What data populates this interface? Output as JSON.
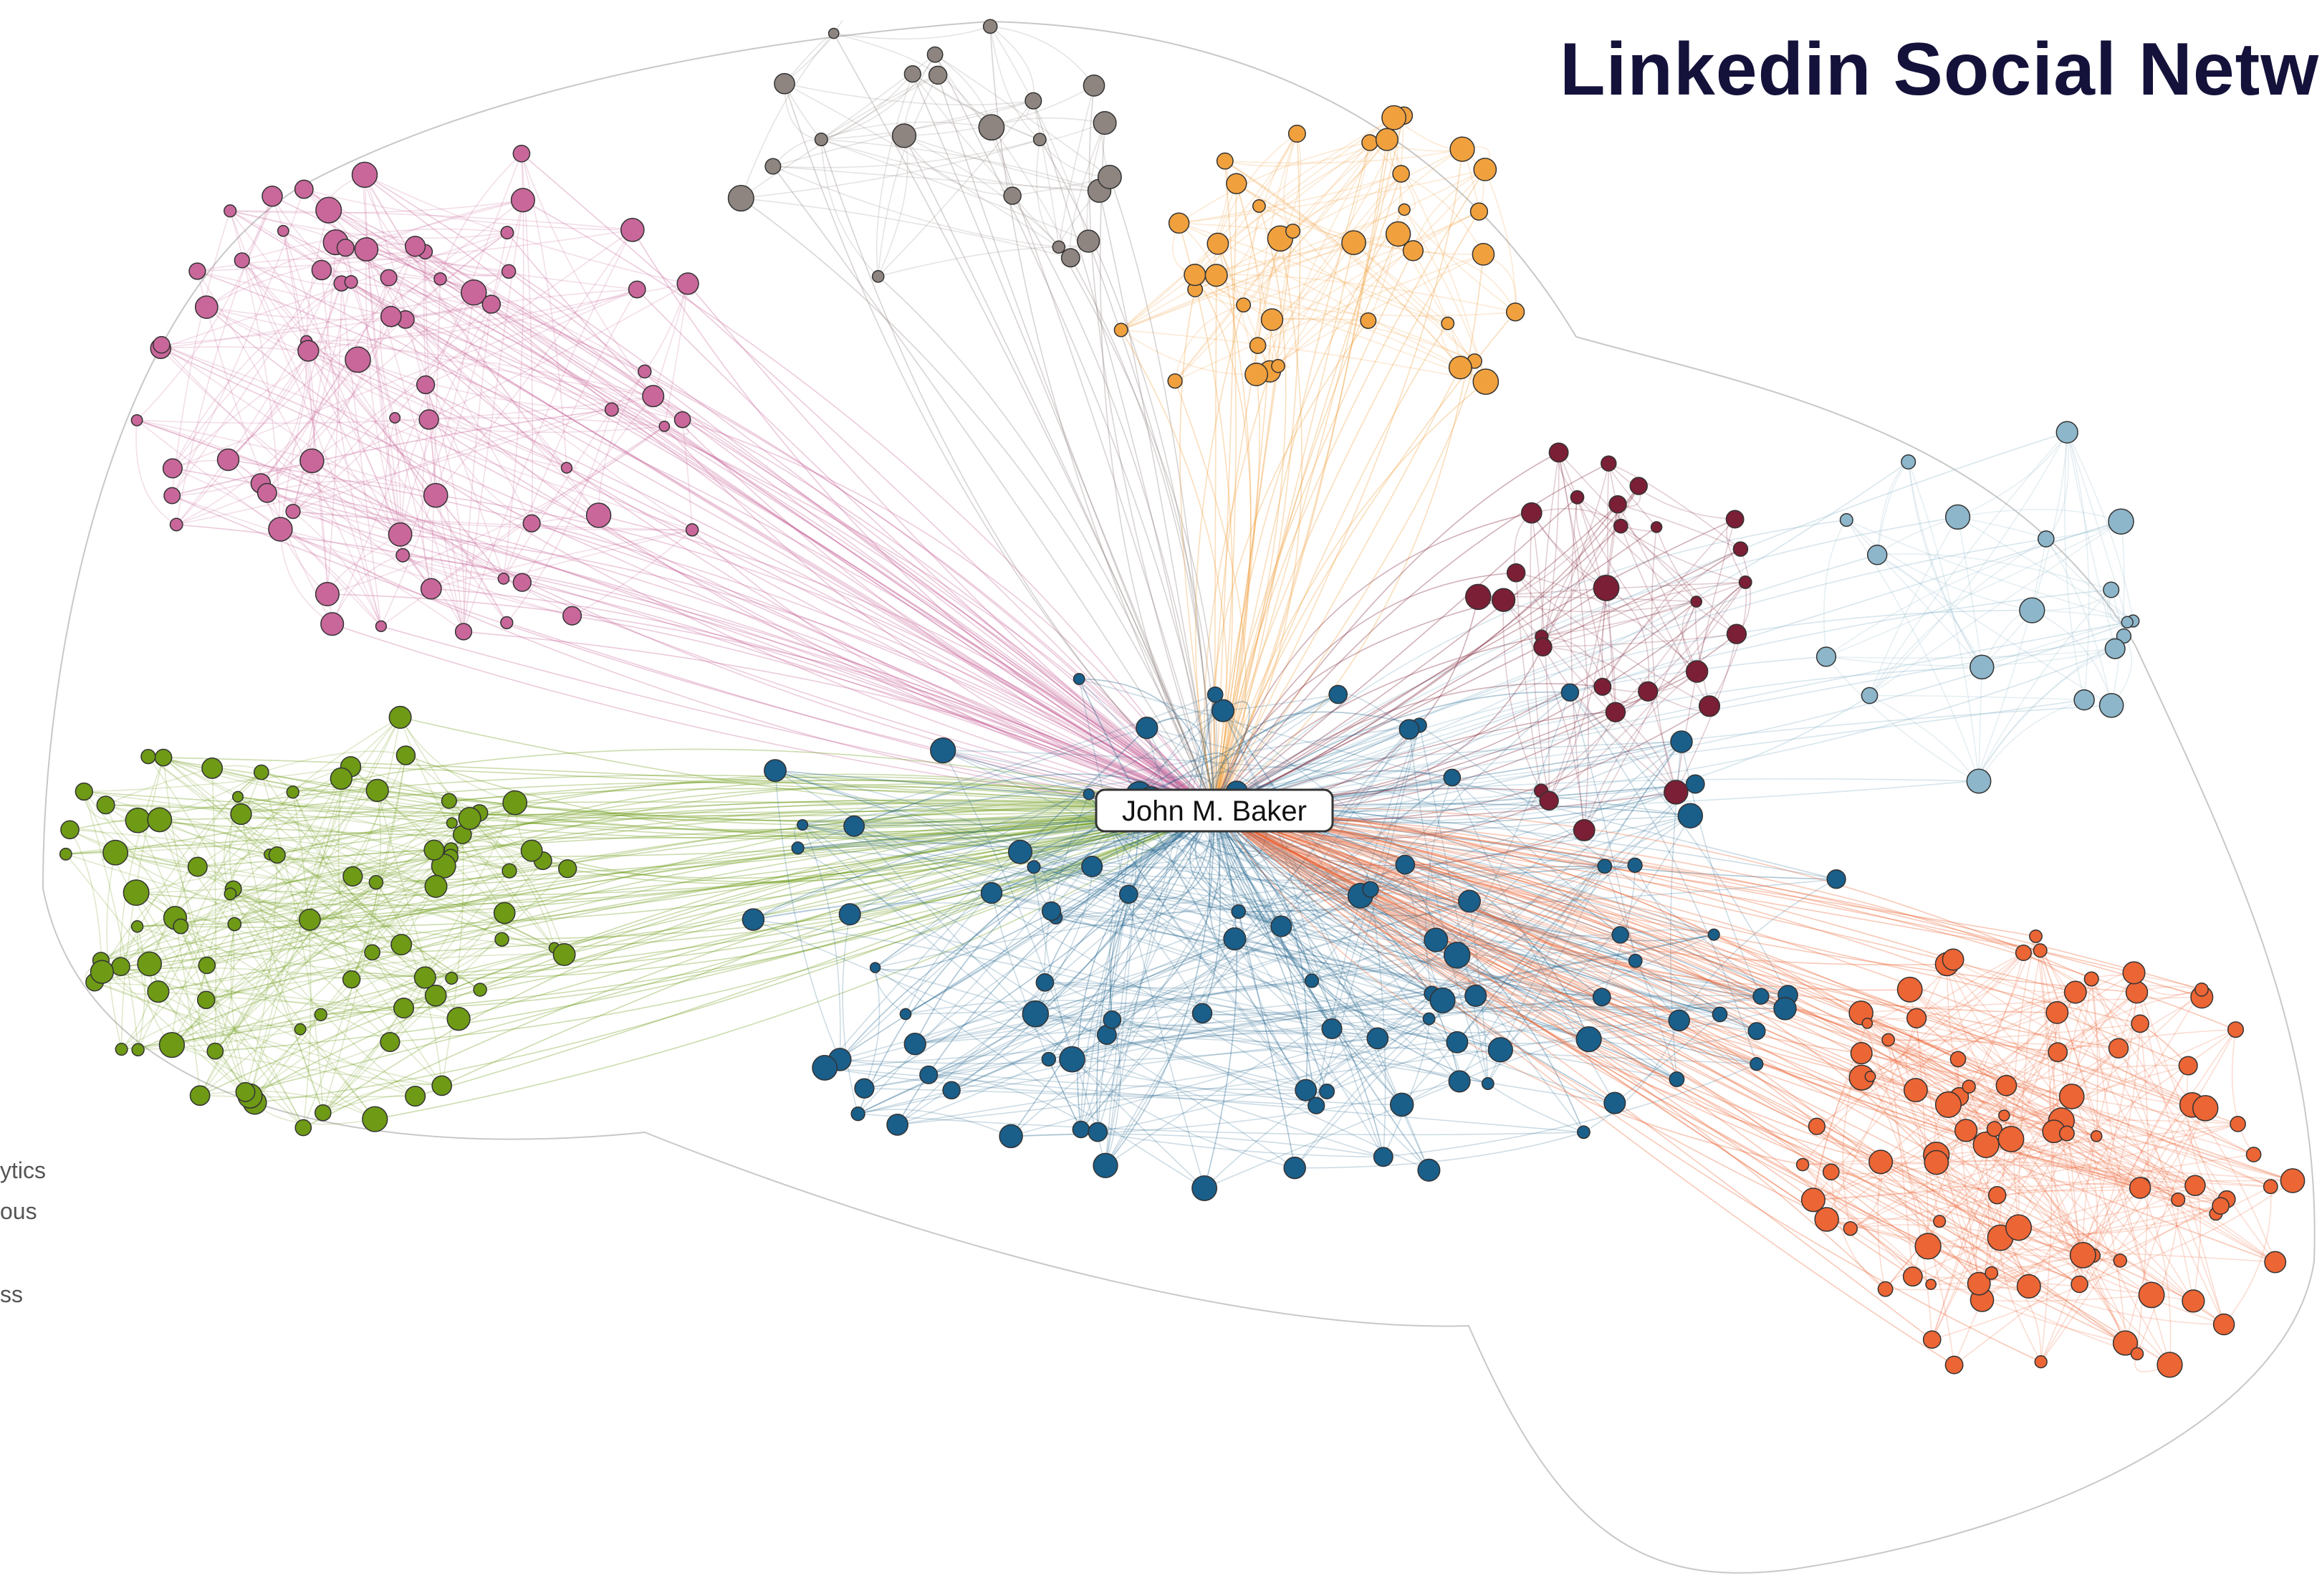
{
  "header": {
    "title": "Linkedin Social Netwo"
  },
  "center_node": {
    "label": "John M. Baker"
  },
  "legend_fragments": [
    "ytics",
    "ous",
    "ss"
  ],
  "clusters": [
    {
      "name": "pink",
      "color": "#c9679b"
    },
    {
      "name": "green",
      "color": "#6e9a16"
    },
    {
      "name": "gray",
      "color": "#8e8580"
    },
    {
      "name": "orange",
      "color": "#f0a13e"
    },
    {
      "name": "light-blue",
      "color": "#8db6ca"
    },
    {
      "name": "maroon",
      "color": "#7a1f35"
    },
    {
      "name": "dark-blue",
      "color": "#1a5e8a"
    },
    {
      "name": "red-orange",
      "color": "#ec6535"
    }
  ],
  "colors": {
    "title": "#14123a",
    "background": "#ffffff",
    "outline": "#c8c8c8"
  }
}
